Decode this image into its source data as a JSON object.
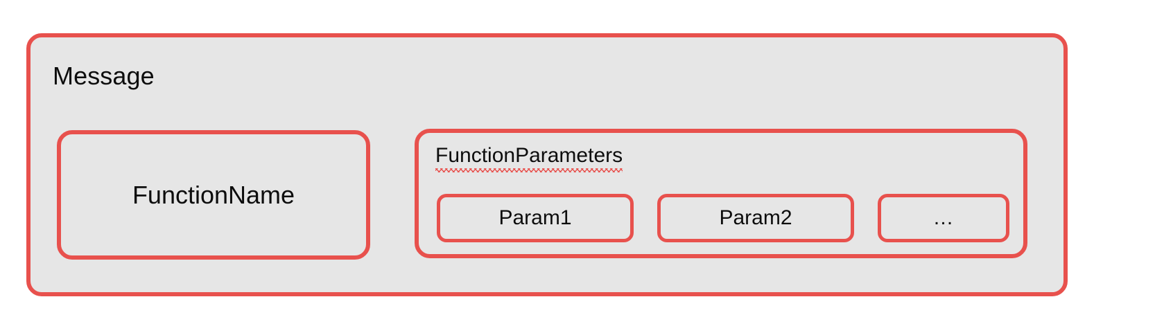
{
  "diagram": {
    "title": "Message",
    "colors": {
      "border": "#e8514d",
      "fill": "#e6e6e6",
      "text": "#0d0d0d",
      "page_background": "#ffffff",
      "spellcheck_underline": "#e8514d"
    },
    "message_box": {
      "label": "Message",
      "children": {
        "function_name": {
          "label": "FunctionName"
        },
        "function_parameters": {
          "label": "FunctionParameters",
          "has_spellcheck_underline": true,
          "params": [
            {
              "label": "Param1"
            },
            {
              "label": "Param2"
            },
            {
              "label": "…"
            }
          ]
        }
      }
    }
  }
}
